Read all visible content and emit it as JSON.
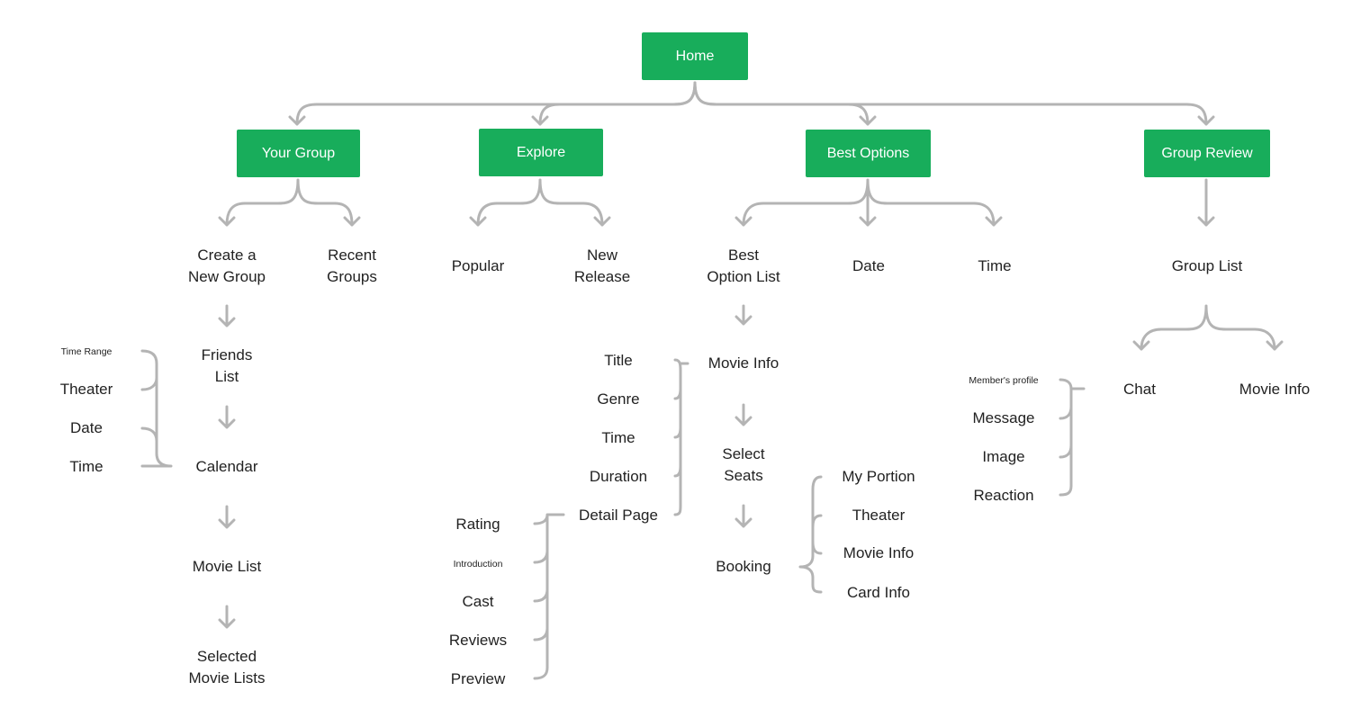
{
  "colors": {
    "box_fill": "#18ad5b",
    "box_text": "#ffffff",
    "connector": "#b4b4b4",
    "label_text": "#222222"
  },
  "root": {
    "label": "Home"
  },
  "sections": [
    {
      "key": "your-group",
      "label": "Your Group"
    },
    {
      "key": "explore",
      "label": "Explore"
    },
    {
      "key": "best-options",
      "label": "Best Options"
    },
    {
      "key": "group-review",
      "label": "Group Review"
    }
  ],
  "your_group": {
    "create": "Create a\nNew Group",
    "recent": "Recent\nGroups",
    "friends": "Friends\nList",
    "calendar": "Calendar",
    "movie_list": "Movie List",
    "selected": "Selected\nMovie Lists",
    "calendar_fields": {
      "time_range": "Time Range",
      "theater": "Theater",
      "date": "Date",
      "time": "Time"
    }
  },
  "explore": {
    "popular": "Popular",
    "new_release": "New\nRelease"
  },
  "best_options": {
    "list": "Best\nOption List",
    "date": "Date",
    "time": "Time",
    "movie_info": "Movie Info",
    "select_seats": "Select\nSeats",
    "booking": "Booking",
    "movie_info_fields": {
      "title": "Title",
      "genre": "Genre",
      "time": "Time",
      "duration": "Duration",
      "detail_page": "Detail Page"
    },
    "detail_fields": {
      "rating": "Rating",
      "introduction": "Introduction",
      "cast": "Cast",
      "reviews": "Reviews",
      "preview": "Preview"
    },
    "booking_fields": {
      "my_portion": "My Portion",
      "theater": "Theater",
      "movie_info": "Movie Info",
      "card_info": "Card Info"
    }
  },
  "group_review": {
    "group_list": "Group List",
    "chat": "Chat",
    "movie_info": "Movie Info",
    "chat_fields": {
      "members_profile": "Member's profile",
      "message": "Message",
      "image": "Image",
      "reaction": "Reaction"
    }
  }
}
